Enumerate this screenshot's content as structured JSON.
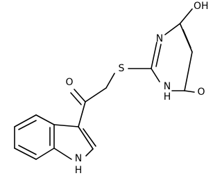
{
  "atoms": {
    "oh": "OH",
    "n_top": "N",
    "s": "S",
    "o_ketone": "O",
    "nh_ring": "N",
    "h_ring": "H",
    "o_lactam": "O",
    "nh_indole": "N",
    "h_indole": "H"
  }
}
